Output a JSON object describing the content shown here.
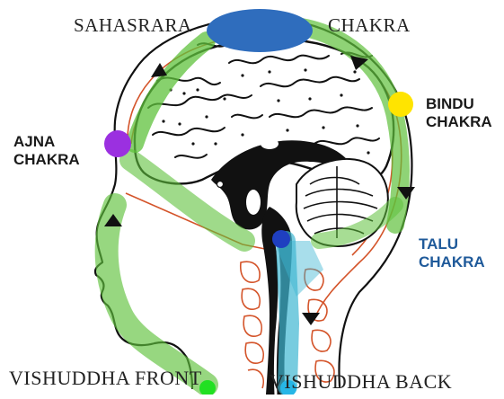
{
  "labels": {
    "sahasrara": "SAHASRARA",
    "chakra_top": "CHAKRA",
    "bindu_line1": "BINDU",
    "bindu_line2": "CHAKRA",
    "ajna_line1": "AJNA",
    "ajna_line2": "CHAKRA",
    "talu_line1": "TALU",
    "talu_line2": "CHAKRA",
    "vishuddha_front": "VISHUDDHA FRONT",
    "vishuddha_back": "VISHUDDHA BACK"
  },
  "colors": {
    "sahasrara": "#2f6dbd",
    "bindu": "#ffe400",
    "ajna": "#9b30e0",
    "talu": "#1f3fc0",
    "vishuddha_front": "#22e022",
    "vishuddha_back": "#27b6e6",
    "path_green": "#5fc13c",
    "path_cyan": "#3fb6d2",
    "brain_outline": "#111111",
    "tissue_orange": "#d4542a",
    "label_dark": "#1a1a1a",
    "label_blue": "#1f5a9a"
  }
}
